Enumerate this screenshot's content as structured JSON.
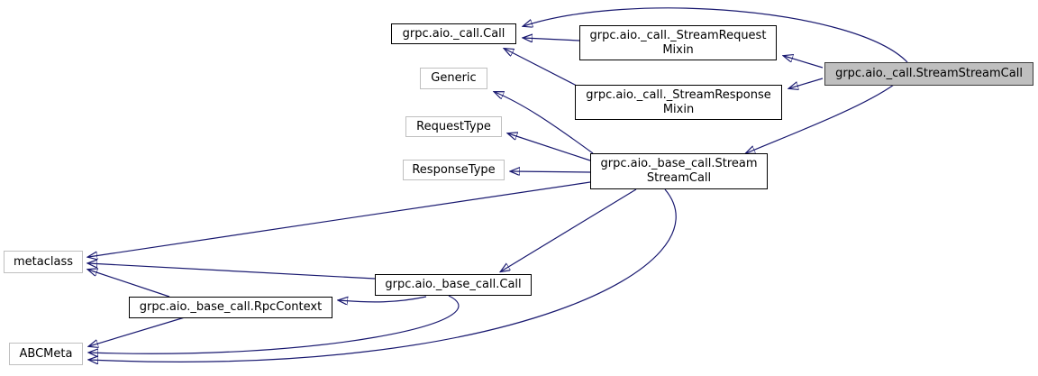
{
  "diagram": {
    "type": "class-inheritance-graph",
    "highlighted_node": "grpc.aio._call.StreamStreamCall",
    "colors": {
      "edge": "#191970",
      "node_border": "#000000",
      "external_node_border": "#bfbfbf",
      "highlight_fill": "#bfbfbf",
      "background": "#ffffff",
      "text": "#000000"
    },
    "nodes": {
      "call_call": {
        "label": "grpc.aio._call.Call"
      },
      "stream_request_mixin": {
        "line1": "grpc.aio._call._StreamRequest",
        "line2": "Mixin"
      },
      "generic": {
        "label": "Generic"
      },
      "stream_response_mixin": {
        "line1": "grpc.aio._call._StreamResponse",
        "line2": "Mixin"
      },
      "stream_stream_call": {
        "label": "grpc.aio._call.StreamStreamCall"
      },
      "request_type": {
        "label": "RequestType"
      },
      "response_type": {
        "label": "ResponseType"
      },
      "base_stream_stream_call": {
        "line1": "grpc.aio._base_call.Stream",
        "line2": "StreamCall"
      },
      "metaclass": {
        "label": "metaclass"
      },
      "base_call": {
        "label": "grpc.aio._base_call.Call"
      },
      "rpc_context": {
        "label": "grpc.aio._base_call.RpcContext"
      },
      "abc_meta": {
        "label": "ABCMeta"
      }
    },
    "edges": [
      {
        "from": "grpc.aio._call.StreamStreamCall",
        "to": "grpc.aio._call.Call"
      },
      {
        "from": "grpc.aio._call._StreamRequestMixin",
        "to": "grpc.aio._call.Call"
      },
      {
        "from": "grpc.aio._call._StreamResponseMixin",
        "to": "grpc.aio._call.Call"
      },
      {
        "from": "grpc.aio._call.StreamStreamCall",
        "to": "grpc.aio._call._StreamRequestMixin"
      },
      {
        "from": "grpc.aio._call.StreamStreamCall",
        "to": "grpc.aio._call._StreamResponseMixin"
      },
      {
        "from": "grpc.aio._call.StreamStreamCall",
        "to": "grpc.aio._base_call.StreamStreamCall"
      },
      {
        "from": "grpc.aio._base_call.StreamStreamCall",
        "to": "Generic"
      },
      {
        "from": "grpc.aio._base_call.StreamStreamCall",
        "to": "RequestType"
      },
      {
        "from": "grpc.aio._base_call.StreamStreamCall",
        "to": "ResponseType"
      },
      {
        "from": "grpc.aio._base_call.StreamStreamCall",
        "to": "metaclass"
      },
      {
        "from": "grpc.aio._base_call.StreamStreamCall",
        "to": "grpc.aio._base_call.Call"
      },
      {
        "from": "grpc.aio._base_call.StreamStreamCall",
        "to": "ABCMeta"
      },
      {
        "from": "grpc.aio._base_call.Call",
        "to": "metaclass"
      },
      {
        "from": "grpc.aio._base_call.Call",
        "to": "grpc.aio._base_call.RpcContext"
      },
      {
        "from": "grpc.aio._base_call.Call",
        "to": "ABCMeta"
      },
      {
        "from": "grpc.aio._base_call.RpcContext",
        "to": "metaclass"
      },
      {
        "from": "grpc.aio._base_call.RpcContext",
        "to": "ABCMeta"
      }
    ]
  }
}
